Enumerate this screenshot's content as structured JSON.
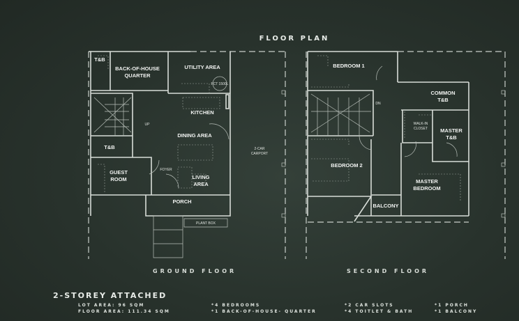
{
  "title": "FLOOR PLAN",
  "ground_floor": {
    "caption": "GROUND FLOOR",
    "rooms": {
      "tb1": "T&B",
      "boh1": "BACK-OF-HOUSE",
      "boh2": "QUARTER",
      "utility": "UTILITY AREA",
      "tank": "FCT 1500L",
      "kitchen": "KITCHEN",
      "up": "UP",
      "dining": "DINING AREA",
      "tb2": "T&B",
      "guest1": "GUEST",
      "guest2": "ROOM",
      "foyer": "FOYER",
      "living1": "LIVING",
      "living2": "AREA",
      "porch": "PORCH",
      "plantbox": "PLANT BOX",
      "carport1": "2-CAR",
      "carport2": "CARPORT"
    }
  },
  "second_floor": {
    "caption": "SECOND FLOOR",
    "rooms": {
      "bed1": "BEDROOM 1",
      "dn": "DN",
      "common1": "COMMON",
      "common2": "T&B",
      "walkin1": "WALK-IN",
      "walkin2": "CLOSET",
      "mtb1": "MASTER",
      "mtb2": "T&B",
      "bed2": "BEDROOM 2",
      "mbed1": "MASTER",
      "mbed2": "BEDROOM",
      "balcony": "BALCONY"
    }
  },
  "specs": {
    "heading": "2-STOREY ATTACHED",
    "lot_area": "LOT AREA: 96 SQM",
    "floor_area": "FLOOR AREA: 111.34 SQM",
    "bedrooms": "*4 BEDROOMS",
    "boh": "*1 BACK-OF-HOUSE- QUARTER",
    "car_slots": "*2 CAR SLOTS",
    "toilet": "*4 TOITLET & BATH",
    "porch": "*1 PORCH",
    "balcony": "*1 BALCONY"
  }
}
